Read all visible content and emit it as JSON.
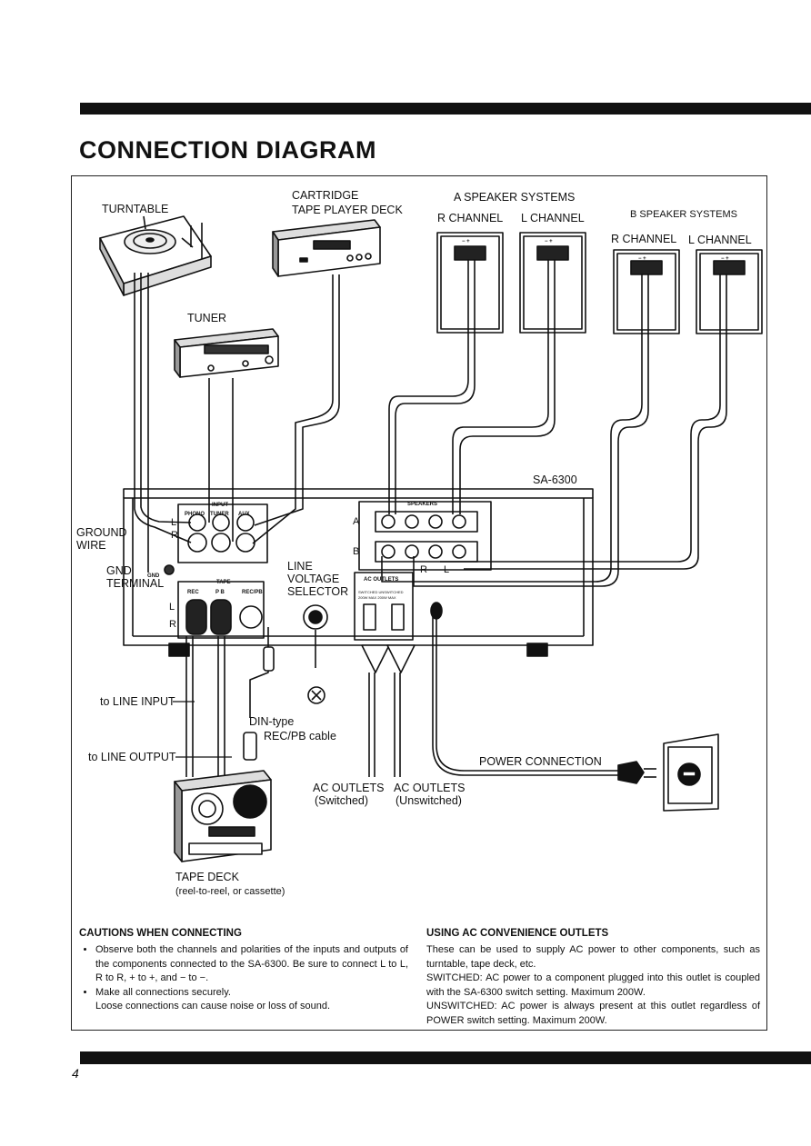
{
  "page": {
    "title": "CONNECTION DIAGRAM",
    "page_number": "4"
  },
  "diagram": {
    "labels": {
      "turntable": "TURNTABLE",
      "cartridge_1": "CARTRIDGE",
      "cartridge_2": "TAPE PLAYER DECK",
      "tuner": "TUNER",
      "a_speaker": "A SPEAKER SYSTEMS",
      "a_r": "R CHANNEL",
      "a_l": "L CHANNEL",
      "b_speaker": "B SPEAKER SYSTEMS",
      "b_r": "R CHANNEL",
      "b_l": "L CHANNEL",
      "model": "SA-6300",
      "ground_1": "GROUND",
      "ground_2": "WIRE",
      "gnd_1": "GND",
      "gnd_2": "TERMINAL",
      "gnd_small": "GND",
      "line_1": "LINE",
      "line_2": "VOLTAGE",
      "line_3": "SELECTOR",
      "to_line_input": "to LINE INPUT",
      "to_line_output": "to LINE OUTPUT",
      "din_1": "DIN-type",
      "din_2": "REC/PB cable",
      "power_conn": "POWER CONNECTION",
      "acs_1": "AC OUTLETS",
      "acs_2": "(Switched)",
      "acu_1": "AC OUTLETS",
      "acu_2": "(Unswitched)",
      "tape_1": "TAPE DECK",
      "tape_2": "(reel-to-reel, or cassette)",
      "input": "INPUT",
      "phono": "PHONO",
      "tuner_jack": "TUNER",
      "aux": "AUX",
      "tape": "TAPE",
      "rec": "REC",
      "pb": "P B",
      "recpb": "REC/PB",
      "speakers": "SPEAKERS",
      "ac_outlets_panel": "AC OUTLETS",
      "switched_small": "SWITCHED UNSWITCHED",
      "max_small": "200W MAX  200W MAX",
      "jack_l": "L",
      "jack_r": "R",
      "tape_l": "L",
      "tape_r": "R",
      "spk_a": "A",
      "spk_b": "B",
      "spk_r": "R",
      "spk_l": "L",
      "plus_minus": "−  +"
    }
  },
  "cautions": {
    "heading": "CAUTIONS WHEN CONNECTING",
    "items": [
      "Observe both the channels and polarities of the inputs and outputs of the components connected to the SA-6300. Be sure to connect L to L, R to R, + to +, and − to −.",
      "Make all connections securely."
    ],
    "note": "Loose connections can cause noise or loss of sound."
  },
  "ac_outlets": {
    "heading": "USING AC CONVENIENCE OUTLETS",
    "lines": [
      "These can be used to supply AC power to other components, such as turntable, tape deck, etc.",
      "SWITCHED: AC power to a component plugged into this outlet is coupled with the SA-6300 switch setting. Maximum 200W.",
      "UNSWITCHED: AC power is always present at this outlet regardless of POWER switch setting. Maximum 200W."
    ]
  }
}
